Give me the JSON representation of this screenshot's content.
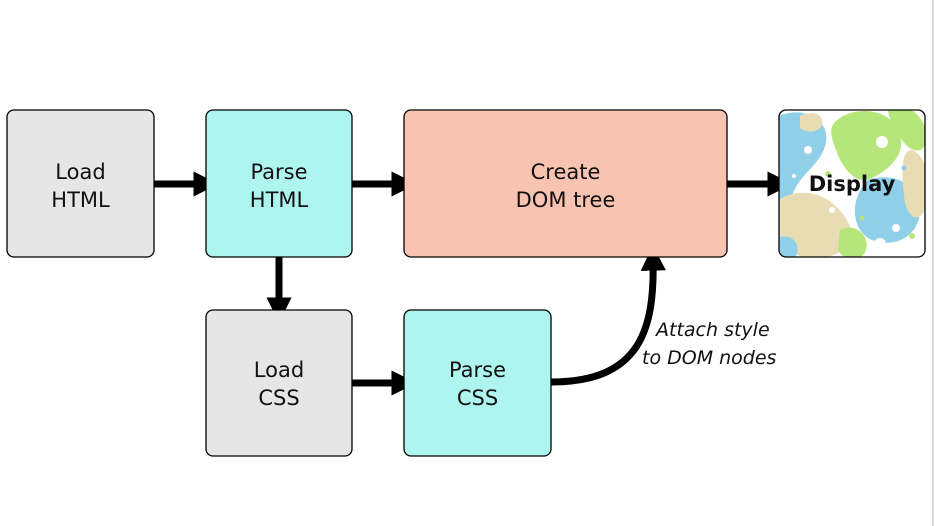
{
  "nodes": {
    "load_html": {
      "line1": "Load",
      "line2": "HTML",
      "fill": "#e6e6e6"
    },
    "parse_html": {
      "line1": "Parse",
      "line2": "HTML",
      "fill": "#aff5ef"
    },
    "create_dom": {
      "line1": "Create",
      "line2": "DOM tree",
      "fill": "#f9c3b2"
    },
    "display": {
      "label": "Display"
    },
    "load_css": {
      "line1": "Load",
      "line2": "CSS",
      "fill": "#e6e6e6"
    },
    "parse_css": {
      "line1": "Parse",
      "line2": "CSS",
      "fill": "#aff5ef"
    }
  },
  "annotation": {
    "line1": "Attach style",
    "line2": "to DOM nodes"
  },
  "colors": {
    "stroke": "#000000",
    "blob_blue": "#8fd0e8",
    "blob_green": "#b5e67a",
    "blob_sand": "#e8dcb4"
  }
}
